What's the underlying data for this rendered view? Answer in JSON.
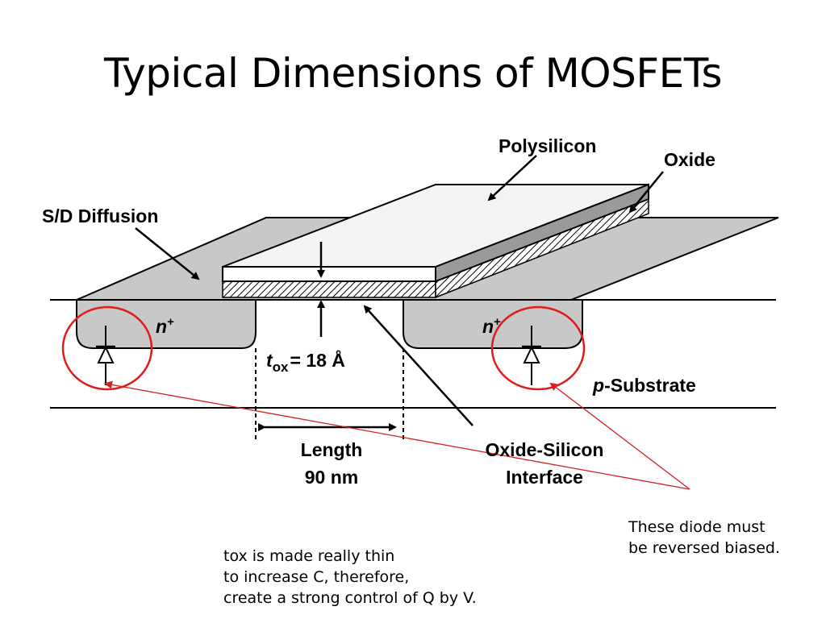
{
  "title": "Typical Dimensions of MOSFETs",
  "diagram": {
    "labels": {
      "polysilicon": "Polysilicon",
      "oxide": "Oxide",
      "sd_diffusion": "S/D Diffusion",
      "n_plus": "n",
      "n_plus_sup": "+",
      "tox_t": "t",
      "tox_sub": "ox",
      "tox_value": "= 18 Å",
      "substrate_p": "p",
      "substrate_rest": "-Substrate",
      "length_label": "Length",
      "length_value": "90 nm",
      "interface_line1": "Oxide-Silicon",
      "interface_line2": "Interface"
    },
    "colors": {
      "diffusion_fill": "#c8c8c8",
      "poly_top": "#f4f4f4",
      "poly_side": "#9a9a9a",
      "circle": "#e01b1b",
      "annotation_line": "#d42020"
    }
  },
  "notes": {
    "diode": [
      "These diode must",
      "be reversed biased."
    ],
    "tox": [
      "tox is made really thin",
      "to increase C, therefore,",
      "create a strong control of Q by V."
    ]
  }
}
